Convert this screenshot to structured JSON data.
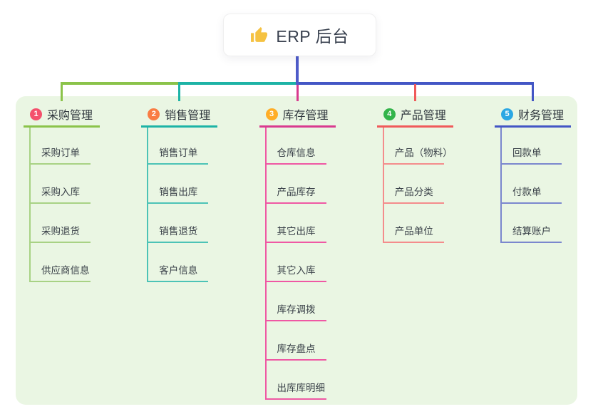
{
  "root": {
    "label": "ERP 后台",
    "icon": "thumbs-up-icon",
    "node_bg": "#ffffff",
    "line_color": "#4e5bc9",
    "icon_color": "#f5c242"
  },
  "canvas": {
    "bg_color": "#eaf6e3"
  },
  "branches": [
    {
      "badge": "1",
      "label": "采购管理",
      "badge_color": "#f4506c",
      "line_color": "#8bc34a",
      "child_line_color": "#a8d284",
      "children": [
        "采购订单",
        "采购入库",
        "采购退货",
        "供应商信息"
      ]
    },
    {
      "badge": "2",
      "label": "销售管理",
      "badge_color": "#f97c43",
      "line_color": "#1db3a6",
      "child_line_color": "#4cc3b6",
      "children": [
        "销售订单",
        "销售出库",
        "销售退货",
        "客户信息"
      ]
    },
    {
      "badge": "3",
      "label": "库存管理",
      "badge_color": "#ffad26",
      "line_color": "#d93a8f",
      "child_line_color": "#ef58a4",
      "children": [
        "仓库信息",
        "产品库存",
        "其它出库",
        "其它入库",
        "库存调拨",
        "库存盘点",
        "出库库明细"
      ]
    },
    {
      "badge": "4",
      "label": "产品管理",
      "badge_color": "#33b44a",
      "line_color": "#f05a5a",
      "child_line_color": "#f48c8c",
      "children": [
        "产品（物料）",
        "产品分类",
        "产品单位"
      ]
    },
    {
      "badge": "5",
      "label": "财务管理",
      "badge_color": "#2ba7e3",
      "line_color": "#4356c5",
      "child_line_color": "#7b87ce",
      "children": [
        "回款单",
        "付款单",
        "结算账户"
      ]
    }
  ]
}
